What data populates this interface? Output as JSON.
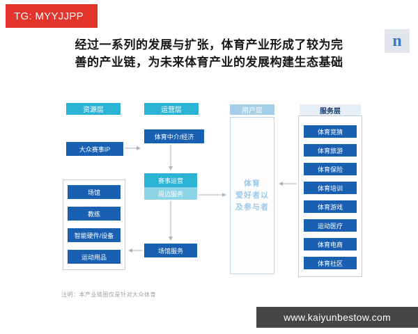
{
  "banner": {
    "text": "TG: MYYJJPP"
  },
  "logo": {
    "letter": "n"
  },
  "title": {
    "line1": "经过一系列的发展与扩张，体育产业形成了较为完",
    "line2": "善的产业链，为未来体育产业的发展构建生态基础"
  },
  "diagram": {
    "headers": {
      "resource": "资源层",
      "operation": "运营层",
      "user": "用户层",
      "service": "服务层"
    },
    "resource": {
      "ip": "大众赛事IP",
      "group": [
        "场馆",
        "教练",
        "智能硬件/设备",
        "运动用品"
      ]
    },
    "operation": {
      "agency": "体育中介/经济",
      "event_ops": "赛事运营",
      "peripheral": "周边服务",
      "venue_service": "场馆服务"
    },
    "user": {
      "lines": [
        "体育",
        "爱好者以",
        "及参与者"
      ]
    },
    "service": {
      "items": [
        "体育竞猜",
        "体育旅游",
        "体育保险",
        "体育培训",
        "体育游戏",
        "运动医疗",
        "体育电商",
        "体育社区"
      ]
    }
  },
  "note": "注明：本产业链图仅是针对大众体育",
  "footer": {
    "url": "www.kaiyunbestow.com"
  },
  "colors": {
    "banner_red": "#e3342c",
    "header_cyan": "#2bb3d6",
    "dark_blue": "#1a60b2",
    "light_cyan": "#8ed4e8",
    "user_light_blue": "#a4cfe8",
    "footer_dark": "#454545"
  }
}
